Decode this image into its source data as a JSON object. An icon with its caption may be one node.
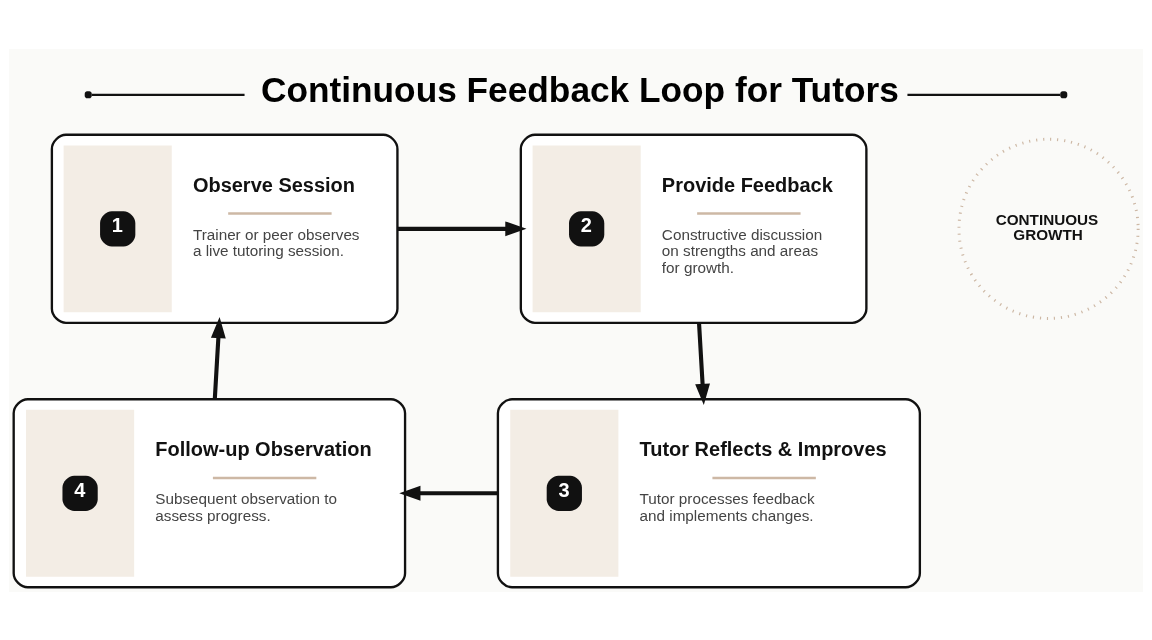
{
  "diagram": {
    "title": "Continuous Feedback Loop for Tutors",
    "nodes": [
      {
        "text": [
          "1",
          "Observe Session",
          "Trainer or peer observes a live tutoring session."
        ]
      },
      {
        "text": [
          "2",
          "Provide Feedback",
          "Constructive discussion on strengths and areas for growth."
        ]
      },
      {
        "text": [
          "CONTINUOUS GROWTH"
        ]
      },
      {
        "text": [
          "4",
          "Follow-up Observation",
          "Subsequent observation to assess progress."
        ]
      },
      {
        "text": [
          "3",
          "Tutor Reflects & Improves",
          "Tutor processes feedback and implements changes."
        ]
      }
    ],
    "edges": [
      {
        "from": 0,
        "to": 1,
        "arrow": "to"
      },
      {
        "from": 1,
        "to": 4,
        "arrow": "to"
      },
      {
        "from": 4,
        "to": 3,
        "arrow": "to"
      },
      {
        "from": 3,
        "to": 0,
        "arrow": "to"
      }
    ]
  }
}
